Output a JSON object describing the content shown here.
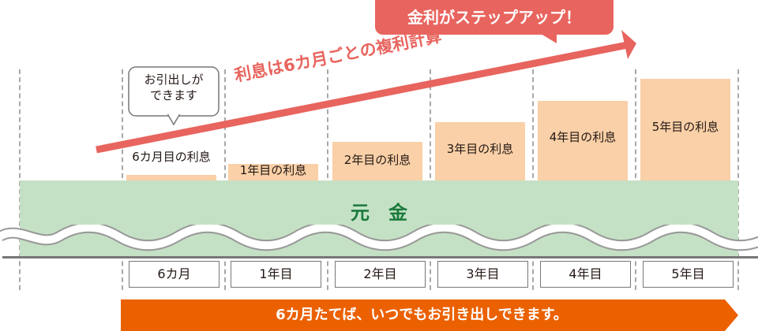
{
  "headline_bubble": "金利がステップアップ！",
  "arrow_label": "利息は6カ月ごとの複利計算",
  "withdraw_bubble": [
    "お引出しが",
    "できます"
  ],
  "interest_bars": [
    {
      "label": "6カ月目の利息",
      "level": 1
    },
    {
      "label": "1年目の利息",
      "level": 2
    },
    {
      "label": "2年目の利息",
      "level": 3
    },
    {
      "label": "3年目の利息",
      "level": 4
    },
    {
      "label": "4年目の利息",
      "level": 5
    },
    {
      "label": "5年目の利息",
      "level": 6
    }
  ],
  "principal_label": "元　金",
  "periods": [
    "6カ月",
    "1年目",
    "2年目",
    "3年目",
    "4年目",
    "5年目"
  ],
  "footer_banner": "6カ月たてば、いつでもお引き出しできます。",
  "colors": {
    "accent_red": "#e8645e",
    "bar": "#f9d0a7",
    "principal": "#c5e1c5",
    "principal_text": "#1a7a3c",
    "banner": "#eb6100"
  }
}
